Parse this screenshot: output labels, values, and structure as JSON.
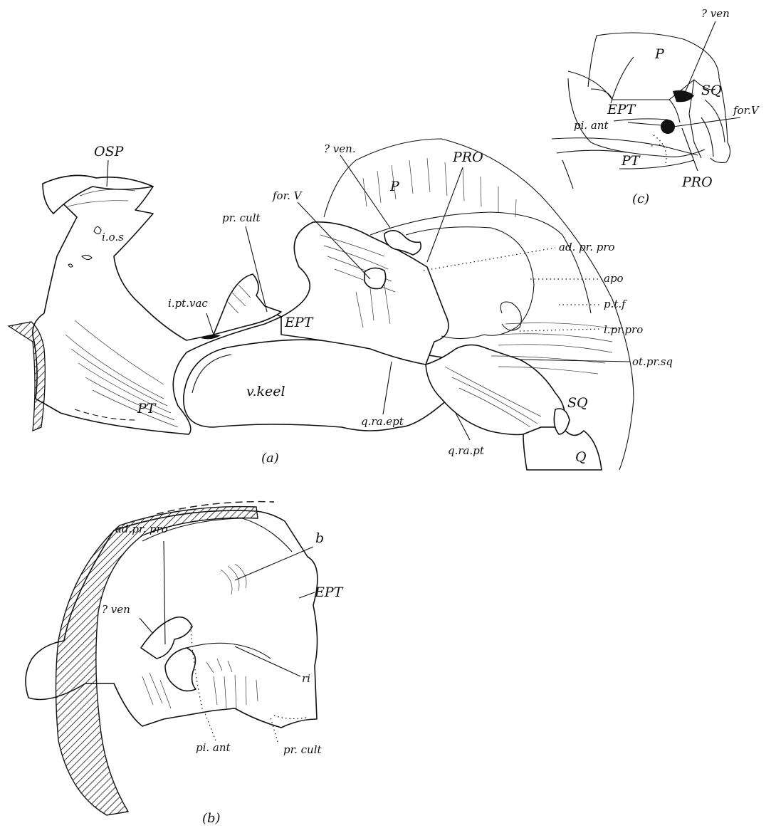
{
  "panel_a": {
    "caption": "(a)",
    "labels": {
      "osp": "OSP",
      "ios": "i.o.s",
      "pr_cult": "pr. cult",
      "i_pt_vac": "i.pt.vac",
      "ept": "EPT",
      "pt": "PT",
      "v_keel": "v.keel",
      "q_ra_ept": "q.ra.ept",
      "q_ra_pt": "q.ra.pt",
      "q": "Q",
      "sq": "SQ",
      "ot_pr_sq": "ot.pr.sq",
      "l_pr_pro": "l.pr.pro",
      "p_t_f": "p.t.f",
      "apo": "apo",
      "ad_pr_pro": "ad. pr. pro",
      "pro": "PRO",
      "p": "P",
      "ven": "? ven.",
      "for_v": "for. V"
    }
  },
  "panel_b": {
    "caption": "(b)",
    "labels": {
      "ad_pr_pro": "ad.pr. pro",
      "ven": "? ven",
      "b": "b",
      "ept": "EPT",
      "ri": "ri",
      "pr_cult": "pr. cult",
      "pi_ant": "pi. ant"
    }
  },
  "panel_c": {
    "caption": "(c)",
    "labels": {
      "ven": "? ven",
      "p": "P",
      "sq": "SQ",
      "ept": "EPT",
      "for_v": "for.V",
      "pi_ant": "pi. ant",
      "pt": "PT",
      "pro": "PRO"
    }
  },
  "colors": {
    "ink": "#111111",
    "paper": "#ffffff"
  }
}
